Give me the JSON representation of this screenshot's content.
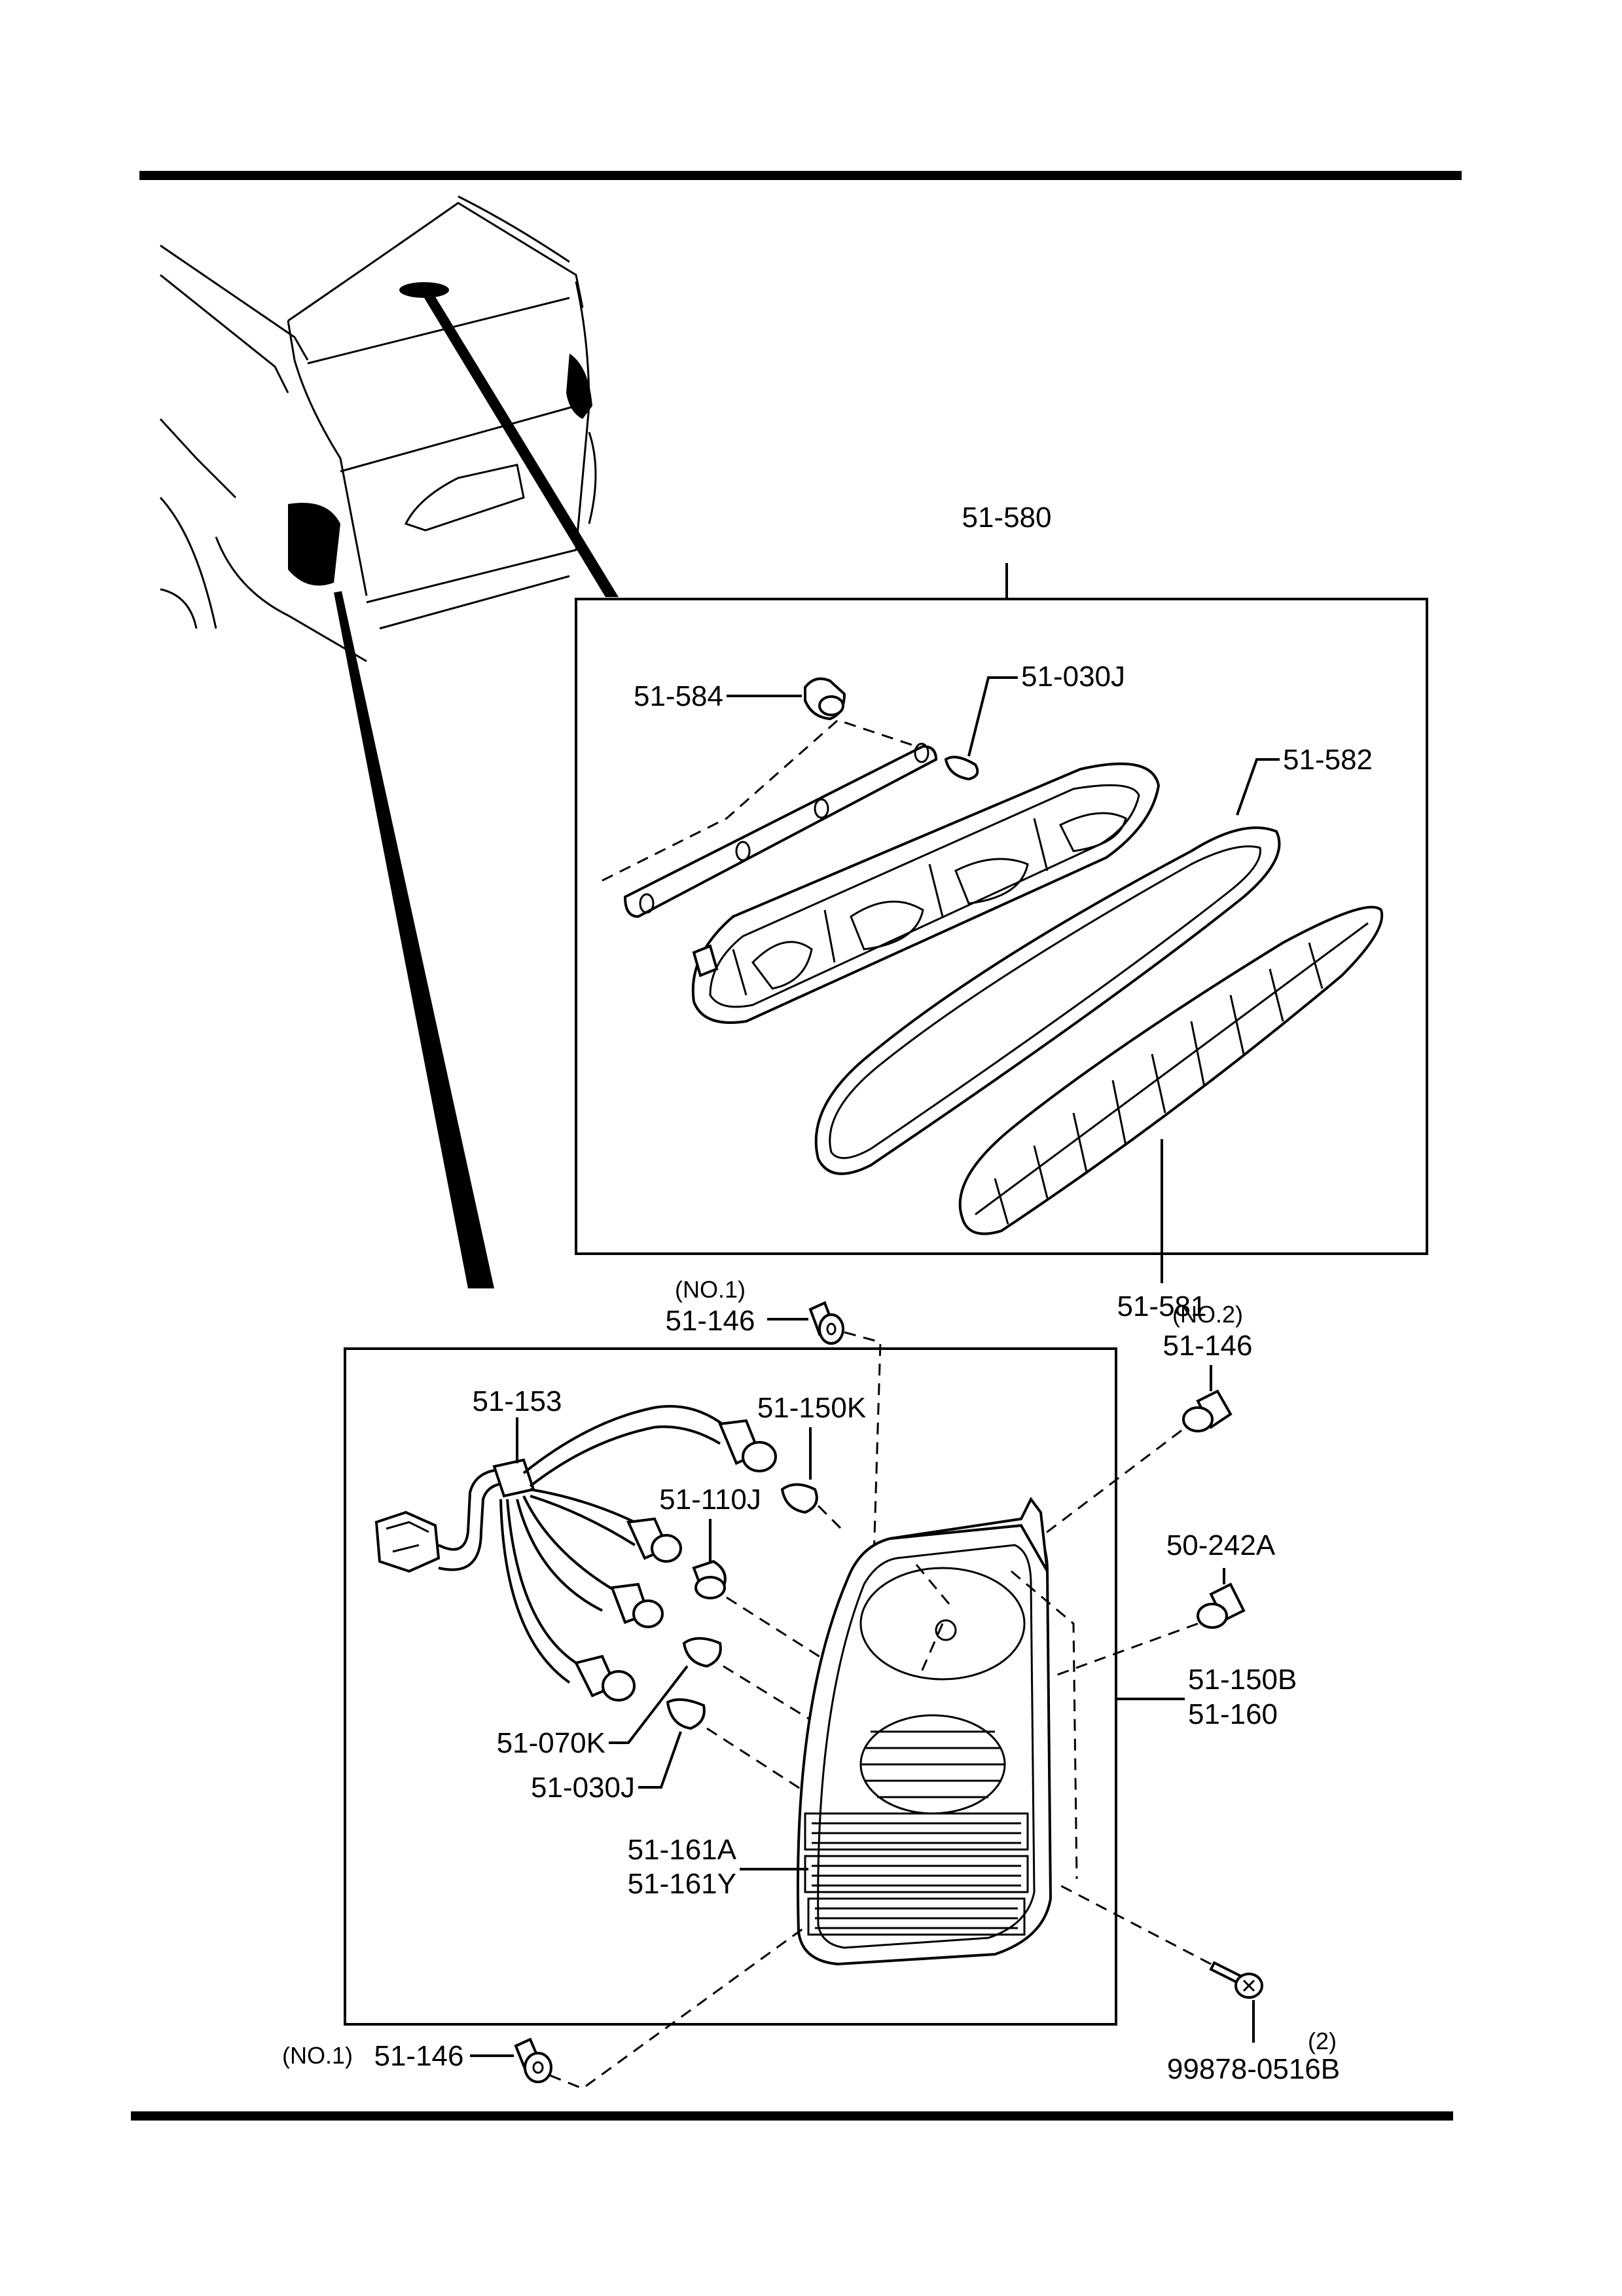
{
  "diagram": {
    "labels": {
      "assy_high_mount": "51-580",
      "part_584": "51-584",
      "part_030j_top": "51-030J",
      "part_582": "51-582",
      "part_581": "51-581",
      "no1_top": "(NO.1)",
      "part_146_top": "51-146",
      "no2": "(NO.2)",
      "part_146_right": "51-146",
      "part_153": "51-153",
      "part_150k": "51-150K",
      "part_110j": "51-110J",
      "part_242a": "50-242A",
      "part_150b": "51-150B",
      "part_160": "51-160",
      "part_070k": "51-070K",
      "part_030j_bottom": "51-030J",
      "part_161a": "51-161A",
      "part_161y": "51-161Y",
      "no1_bottom": "(NO.1)",
      "part_146_bottom": "51-146",
      "qty": "(2)",
      "part_screw": "99878-0516B"
    }
  }
}
